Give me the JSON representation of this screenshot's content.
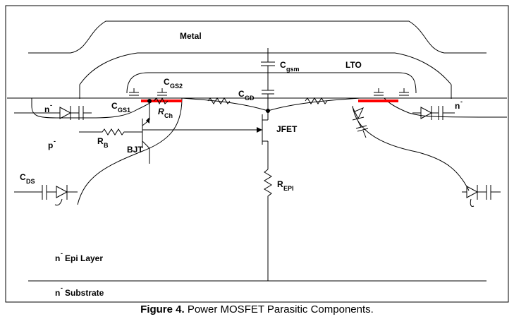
{
  "labels": {
    "metal": "Metal",
    "lto": "LTO",
    "cgsm_main": "C",
    "cgsm_sub": "gsm",
    "cgs1_main": "C",
    "cgs1_sub": "GS1",
    "cgs2_main": "C",
    "cgs2_sub": "GS2",
    "cgd_main": "C",
    "cgd_sub": "GD",
    "rch_main": "R",
    "rch_sub": "Ch",
    "n_minus_left": "n",
    "n_minus_right": "n",
    "p_minus": "p",
    "rb_main": "R",
    "rb_sub": "B",
    "bjt": "BJT",
    "jfet": "JFET",
    "cds_main": "C",
    "cds_sub": "DS",
    "repi_main": "R",
    "repi_sub": "EPI",
    "epi_layer": "n  Epi Layer",
    "substrate": "n  Substrate",
    "minus": "-"
  },
  "caption": {
    "bold": "Figure 4.",
    "text": " Power MOSFET Parasitic Components."
  },
  "colors": {
    "line": "#000000",
    "channel": "#ff0000",
    "background": "#ffffff"
  }
}
